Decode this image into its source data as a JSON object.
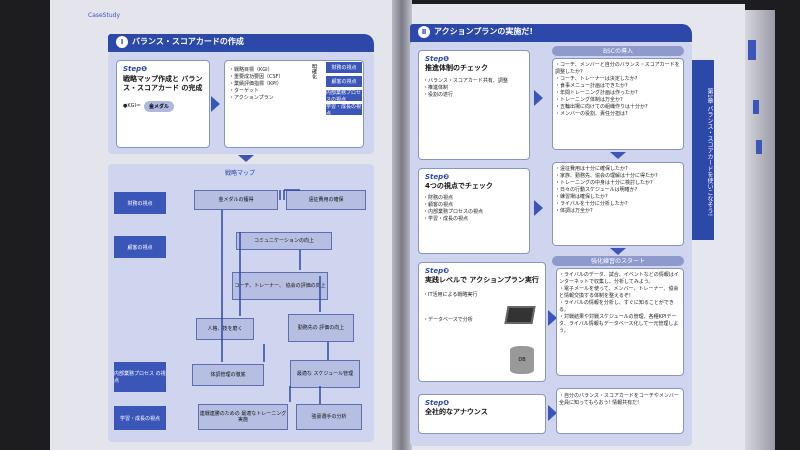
{
  "header": {
    "case_study": "CaseStudy"
  },
  "left": {
    "section_num": "Ⅰ",
    "section_title": "バランス・スコアカードの作成",
    "step1": {
      "label": "Step❶",
      "title": "戦略マップ作成と バランス・スコアカード の完成",
      "kgi_label": "●KGI＝",
      "kgi_value": "金メダル",
      "bullets": [
        "戦略目標（KGI）",
        "重要成功要因（CSF）",
        "業績評価指標（KPI）",
        "ターゲット",
        "アクションプラン"
      ],
      "stack_label": "明確化",
      "perspectives": [
        "財務の視点",
        "顧客の視点",
        "内部業務プロセスの視点",
        "学習・成長の視点"
      ]
    },
    "map_title": "戦略マップ",
    "rows": [
      "財務の視点",
      "顧客の視点",
      "内部業務プロセス の視点",
      "学習・成長の視点"
    ],
    "nodes": {
      "gold": "金メダルの獲得",
      "cost": "遠征費用の確保",
      "comm": "コミュニケーションの向上",
      "coach": "コーチ、トレーナー、 協会の評価の向上",
      "people": "人格、技を磨く",
      "work": "勤務先の 評価の向上",
      "body": "体調管理の徹底",
      "sched": "最適な スケジュール管理",
      "train": "連戦連勝のための 最適なトレーニング実施",
      "rival": "強豪選手の分析"
    }
  },
  "right": {
    "section_num": "Ⅱ",
    "section_title": "アクションプランの実施だ!",
    "bsc_intro": "BSCの導入",
    "strength_start": "強化練習のスタート",
    "steps": [
      {
        "label": "Step❶",
        "title": "推進体制のチェック",
        "items": [
          "バランス・スコアカード共有、調整",
          "推進体制",
          "役割の遂行"
        ]
      },
      {
        "label": "Step❷",
        "title": "4つの視点でチェック",
        "items": [
          "財務の視点",
          "顧客の視点",
          "内部業務プロセスの視点",
          "学習・成長の視点"
        ]
      },
      {
        "label": "Step❸",
        "title": "実践レベルで アクションプラン実行",
        "items": [
          "IT活用による戦略実行",
          "データベースで分析"
        ],
        "db_label": "DB"
      },
      {
        "label": "Step❹",
        "title": "全社的なアナウンス",
        "items": []
      }
    ],
    "check1": [
      "コーチ、メンバーと自分のバランス・スコアカードを調整したか?",
      "コーチ、トレーナーは決定したか?",
      "食事メニュー計画はできたか?",
      "年間トレーニング計画は作ったか?",
      "トレーニング体制は万全か?",
      "五輪出場に向けての組織作りは十分か?",
      "メンバーの役割、責任分担は?"
    ],
    "check2": [
      "遠征費用は十分に確保したか?",
      "家族、勤務先、協会の理解は十分に得たか?",
      "トレーニングの中身は十分に検討したか?",
      "日々の行動スケジュールは明確か?",
      "練習場は確保したか?",
      "ライバルを十分に分析したか?",
      "体調は万全か?"
    ],
    "check3": [
      "ライバルのデータ、試合、イベントなどの情報はインターネットで収集し、分析してみよう。",
      "電子メールを使って、メンバー、トレーナー、協会と情報交換する体制を整えるぞ!",
      "ライバルの情報を分析し、すぐに知ることができる。",
      "対戦結果や対戦スケジュールの管理、各種KPIデータ、ライバル情報もデータベース化して一元管理しよう。"
    ],
    "check4": [
      "自分のバランス・スコアカードをコーチやメンバー全員に知ってもらおう! 情報共有だ!"
    ],
    "side_tab": "第1章 バランス・スコアカードを使いこなそう!",
    "chapter": "第1章"
  }
}
